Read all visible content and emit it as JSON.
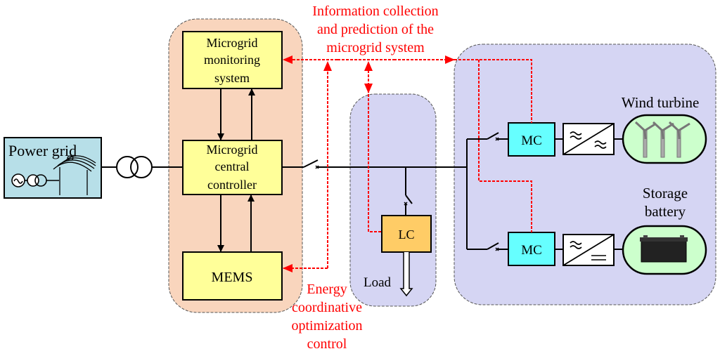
{
  "power_grid": {
    "label": "Power grid"
  },
  "control_center": {
    "monitoring": [
      "Microgrid",
      "monitoring",
      "system"
    ],
    "central_controller": [
      "Microgrid",
      "central",
      "controller"
    ],
    "mems": "MEMS"
  },
  "load_area": {
    "controller": "LC",
    "label": "Load"
  },
  "sources": {
    "wind": {
      "controller": "MC",
      "label": "Wind turbine"
    },
    "storage": {
      "controller": "MC",
      "label": [
        "Storage",
        "battery"
      ]
    }
  },
  "annotations": {
    "info_collection": [
      "Information collection",
      "and prediction of the",
      "microgrid system"
    ],
    "energy_control": [
      "Energy",
      "coordinative",
      "optimization",
      "control"
    ]
  },
  "colors": {
    "control_region": "#f9d5bd",
    "load_region": "#d5d5f3",
    "source_region": "#d5d5f3",
    "controller_box": "#ffff99",
    "load_controller": "#ffcc66",
    "micro_controller": "#66ffff",
    "grid_box": "#b7dfe8",
    "source_pill": "#ccffcc",
    "signal": "#ff0000"
  }
}
